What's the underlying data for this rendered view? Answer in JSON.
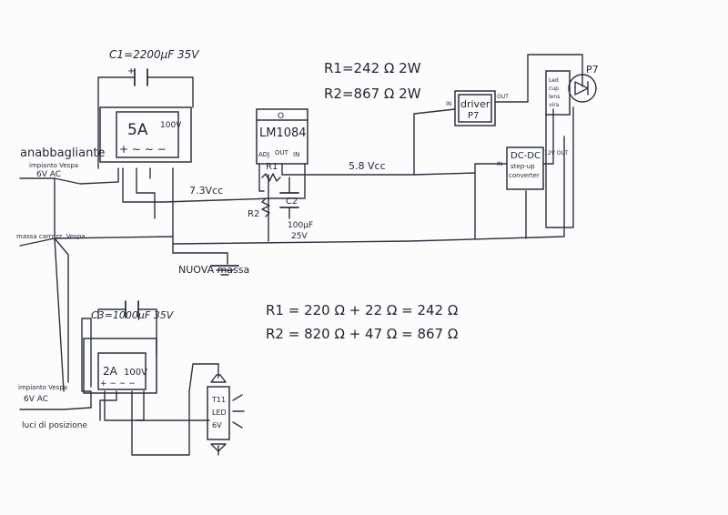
{
  "capacitors": {
    "c1": "C1=2200µF 35V",
    "c3": "C3=1000µF 35V",
    "c2": "C2",
    "c_out": "100µF",
    "c_out_v": "25V"
  },
  "bridge1": {
    "current": "5A",
    "voltage": "100V",
    "pins": "+ ∼ ∼ −"
  },
  "bridge2": {
    "current": "2A",
    "voltage": "100V",
    "pins": "+ ∼ ∼ −"
  },
  "regulator": {
    "logo": "O",
    "name": "LM1084",
    "adj": "ADJ",
    "out": "OUT",
    "in": "IN",
    "r1": "R1",
    "r2": "R2"
  },
  "driver": {
    "label": "driver",
    "sub": "P7",
    "in": "IN",
    "out": "OUT"
  },
  "dcdc": {
    "title": "DC-DC",
    "sub1": "step-up",
    "sub2": "converter",
    "in": "IN",
    "out": "12V OUT"
  },
  "led_module": {
    "l1": "Led",
    "l2": "cup",
    "l3": "lens",
    "l4": "vira",
    "p7": "P7"
  },
  "bulb": {
    "l1": "T11",
    "l2": "LED",
    "l3": "6V"
  },
  "labels": {
    "anabbagliante": "anabbagliante",
    "impianto_vespa_top": "impianto Vespa",
    "ac_6v_top": "6V AC",
    "massa_carrozzeria": "massa carrozz. Vespa",
    "impianto_vespa_bottom": "impianto Vespa",
    "ac_6v_bottom": "6V AC",
    "luci_posizione": "luci di posizione",
    "nuova_massa": "NUOVA massa",
    "v73": "7.3Vcc",
    "v58": "5.8 Vcc"
  },
  "formulas": {
    "top_r1": "R1=242 Ω 2W",
    "top_r2": "R2=867 Ω 2W",
    "bottom_r1": "R1 = 220 Ω + 22 Ω = 242 Ω",
    "bottom_r2": "R2 = 820 Ω + 47 Ω = 867 Ω"
  }
}
